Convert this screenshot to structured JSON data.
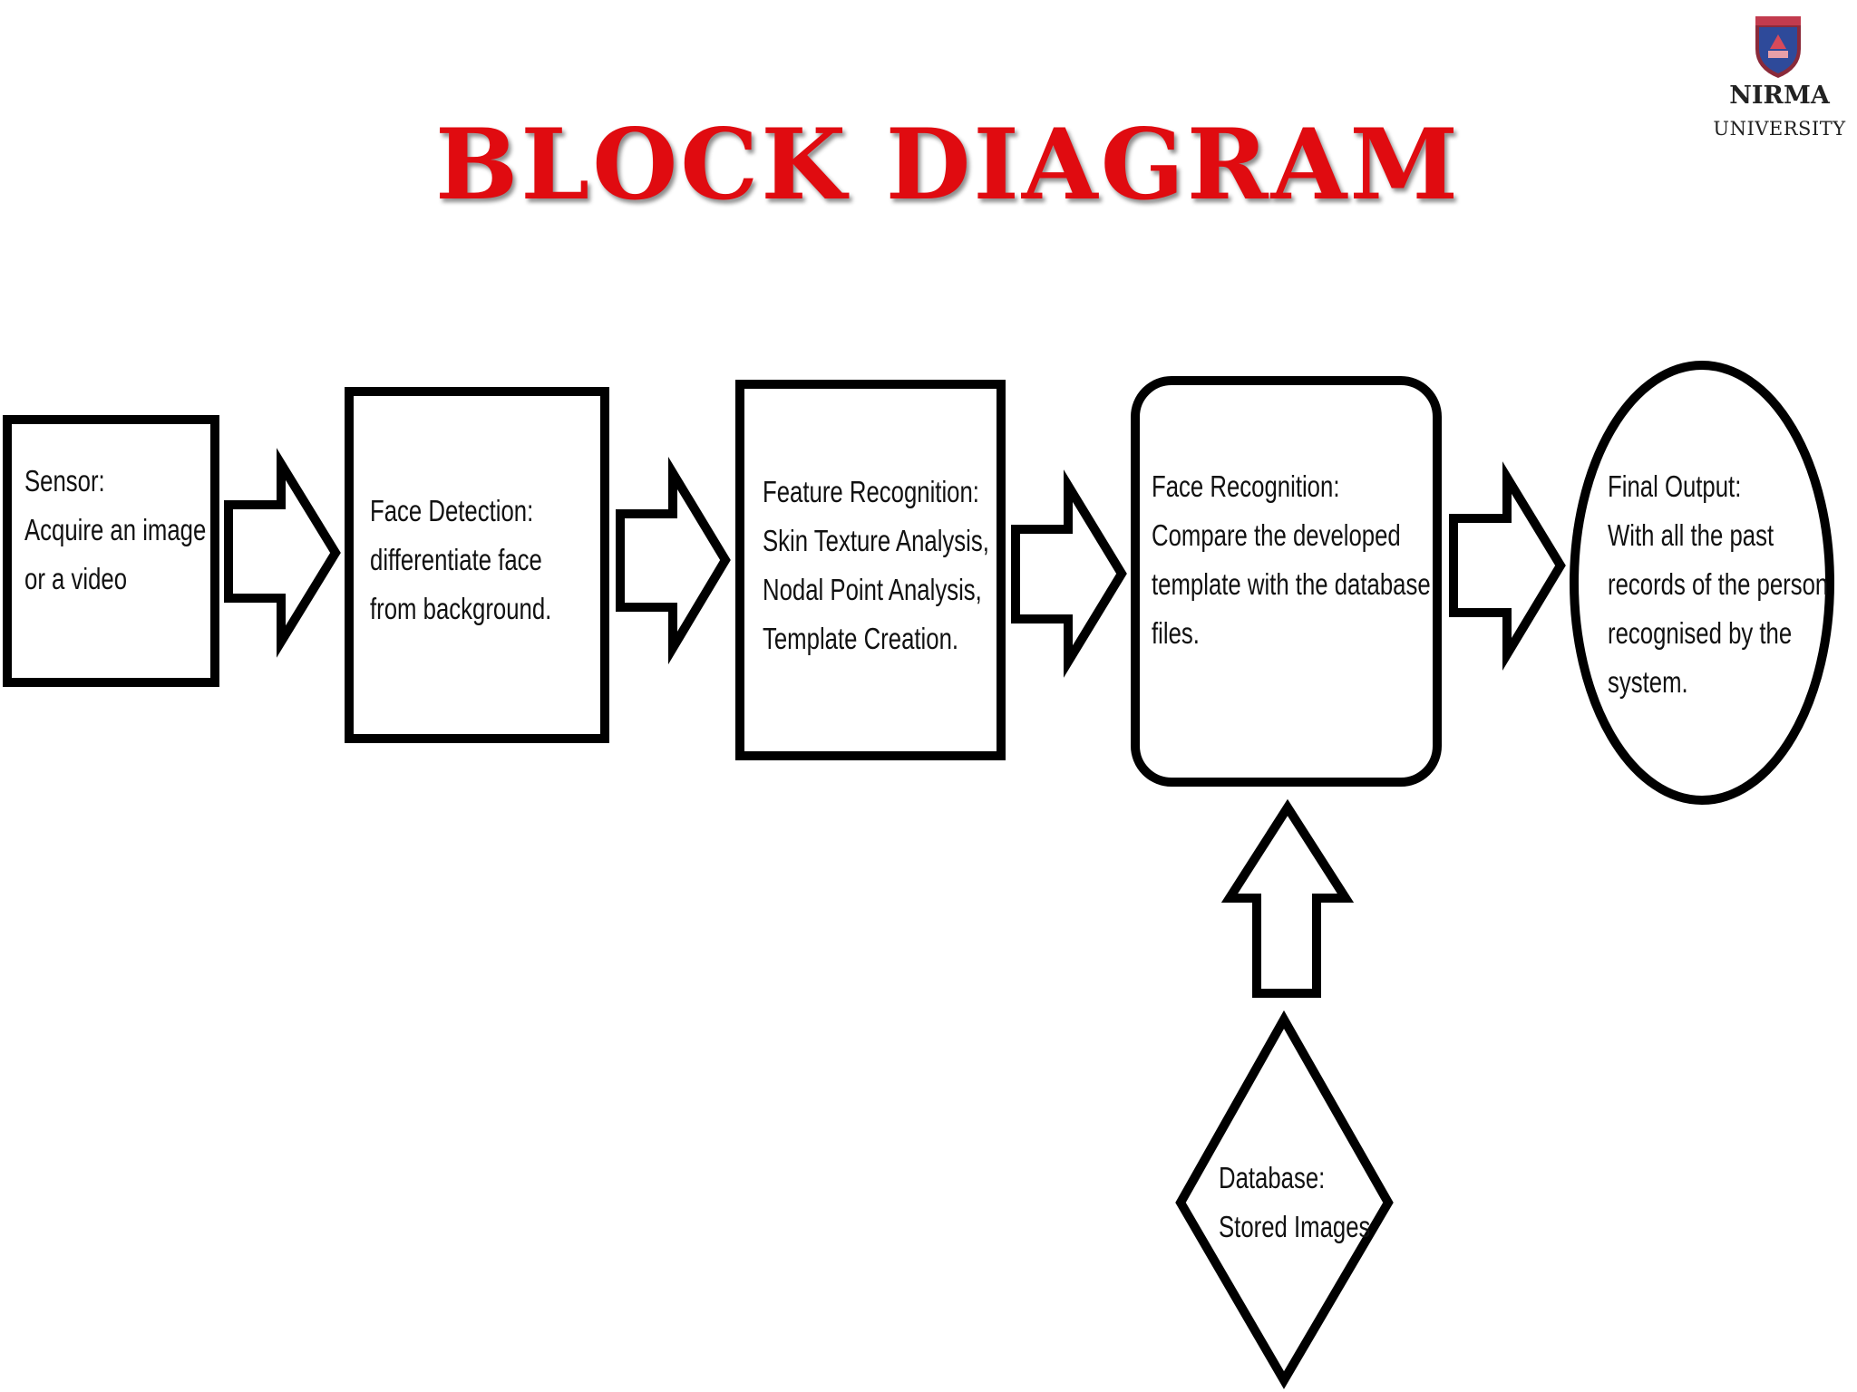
{
  "title": "BLOCK DIAGRAM",
  "logo": {
    "name": "NIRMA",
    "subtitle": "UNIVERSITY"
  },
  "nodes": {
    "sensor": {
      "shape": "rectangle",
      "lines": [
        "Sensor:",
        "Acquire an image",
        "or a video"
      ]
    },
    "face_detection": {
      "shape": "rectangle",
      "lines": [
        "Face Detection:",
        "differentiate face",
        "from background."
      ]
    },
    "feature_recognition": {
      "shape": "rectangle",
      "lines": [
        "Feature Recognition:",
        "Skin Texture Analysis,",
        "Nodal Point Analysis,",
        "Template Creation."
      ]
    },
    "face_recognition": {
      "shape": "rounded-rectangle",
      "lines": [
        "Face Recognition:",
        "Compare the developed",
        "template with the database",
        "files."
      ]
    },
    "final_output": {
      "shape": "ellipse",
      "lines": [
        "Final Output:",
        "With all the past",
        "records of the person",
        "recognised by the",
        "system."
      ]
    },
    "database": {
      "shape": "diamond",
      "lines": [
        "Database:",
        "Stored Images"
      ]
    }
  },
  "edges": [
    {
      "from": "sensor",
      "to": "face_detection",
      "style": "block-arrow"
    },
    {
      "from": "face_detection",
      "to": "feature_recognition",
      "style": "block-arrow"
    },
    {
      "from": "feature_recognition",
      "to": "face_recognition",
      "style": "block-arrow"
    },
    {
      "from": "face_recognition",
      "to": "final_output",
      "style": "block-arrow"
    },
    {
      "from": "database",
      "to": "face_recognition",
      "style": "block-arrow"
    }
  ],
  "colors": {
    "title": "#e00b10",
    "stroke": "#000000",
    "background": "#ffffff"
  }
}
